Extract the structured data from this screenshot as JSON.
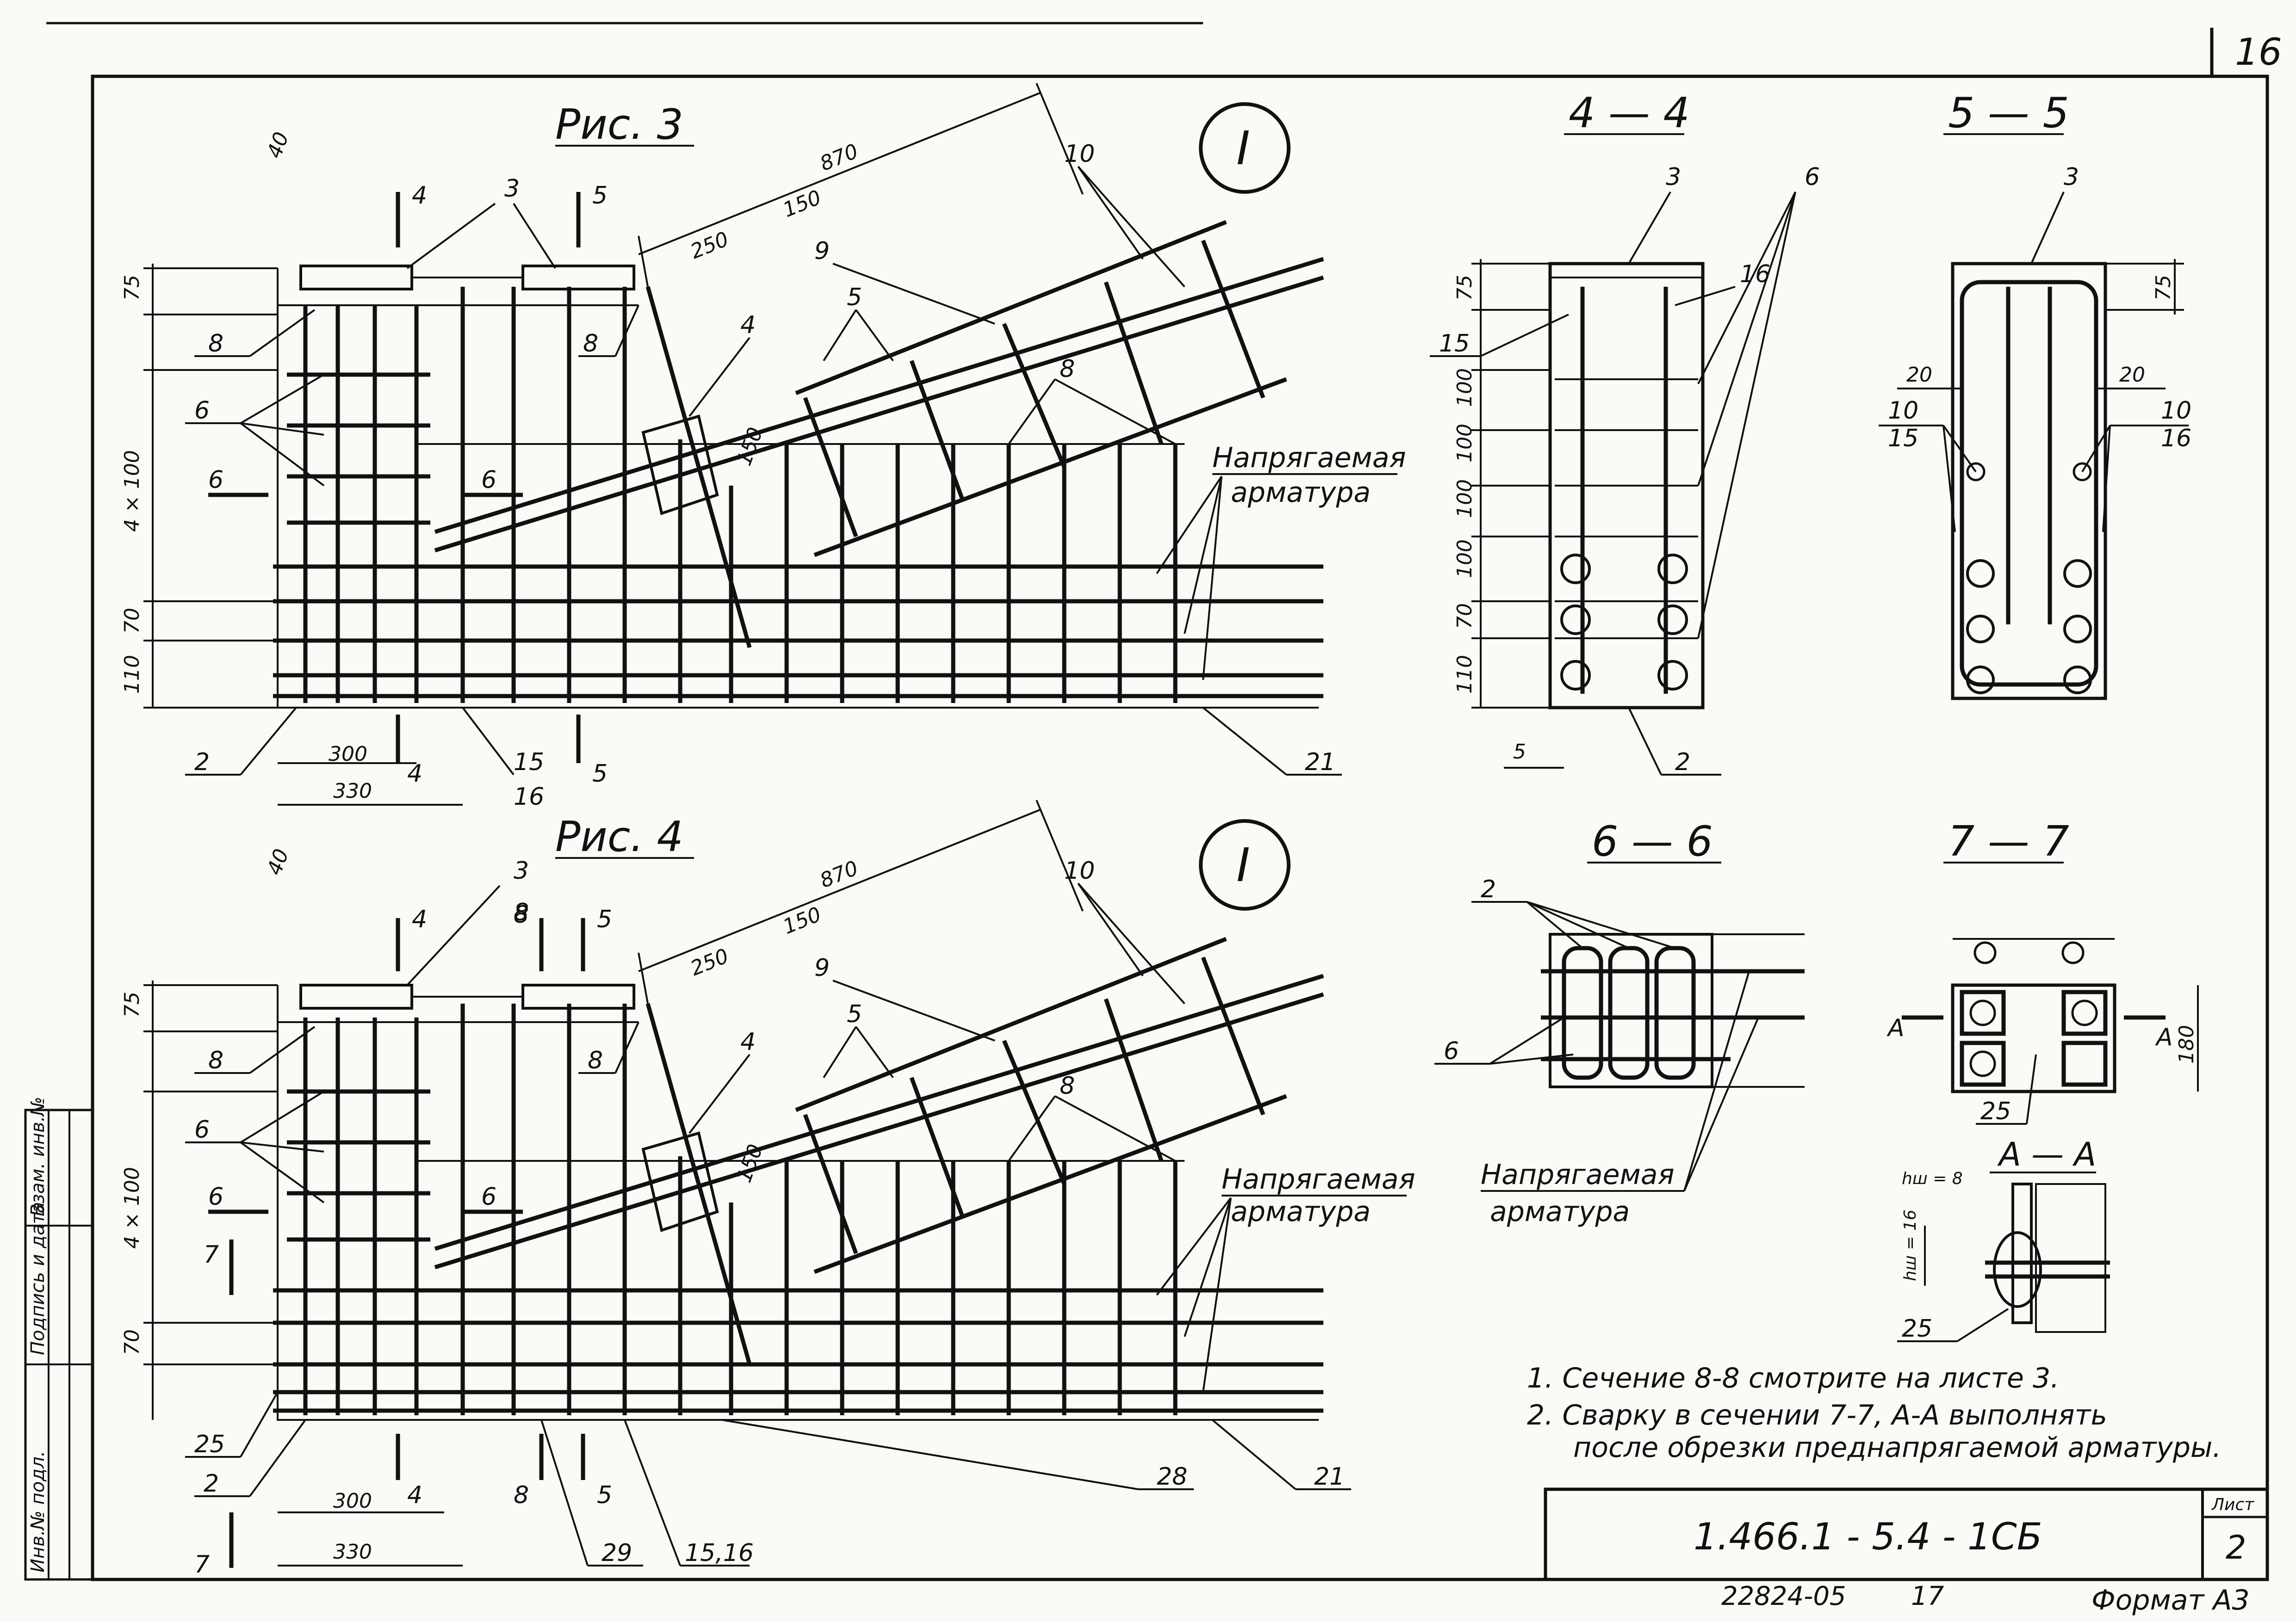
{
  "sheet": {
    "page_number": "16",
    "code": "1.466.1 - 5.4 - 1СБ",
    "sheet_label": "Лист",
    "sheet_value": "2",
    "inventory": "22824-05",
    "inventory_num": "17",
    "format": "Формат А3"
  },
  "side_stamp": {
    "col1": "Инв.№ подл.",
    "col2": "Подпись и дата",
    "col3": "Взам. инв.№"
  },
  "fig3": {
    "title": "Рис. 3",
    "marker": "I",
    "cut4": "4",
    "cut5": "5",
    "cut6": "6",
    "labels": [
      "3",
      "8",
      "6",
      "8",
      "4",
      "5",
      "9",
      "10",
      "8",
      "2",
      "15",
      "16",
      "21"
    ],
    "dims": [
      "40",
      "870",
      "250",
      "150",
      "75",
      "4 × 100",
      "70",
      "110",
      "150",
      "300",
      "330"
    ],
    "prestressed": [
      "Напрягаемая",
      "арматура"
    ]
  },
  "fig4": {
    "title": "Рис. 4",
    "marker": "I",
    "cut4": "4",
    "cut5": "5",
    "cut6": "6",
    "cut7": "7",
    "cut8": "8",
    "labels": [
      "3",
      "8",
      "8",
      "6",
      "8",
      "4",
      "5",
      "9",
      "10",
      "8",
      "25",
      "2",
      "29",
      "15,16",
      "28",
      "21"
    ],
    "dims": [
      "40",
      "870",
      "250",
      "150",
      "75",
      "4 × 100",
      "70",
      "150",
      "300",
      "330"
    ],
    "prestressed": [
      "Напрягаемая",
      "арматура"
    ]
  },
  "sec44": {
    "title": "4 — 4",
    "labels": [
      "3",
      "6",
      "16",
      "15",
      "2"
    ],
    "dims": [
      "75",
      "100",
      "100",
      "100",
      "100",
      "70",
      "110",
      "5"
    ]
  },
  "sec55": {
    "title": "5 — 5",
    "labels": [
      "3",
      "10",
      "15",
      "10",
      "16"
    ],
    "dims": [
      "75",
      "20",
      "20"
    ]
  },
  "sec66": {
    "title": "6 — 6",
    "labels": [
      "2",
      "6"
    ],
    "prestressed": [
      "Напрягаемая",
      "арматура"
    ]
  },
  "sec77": {
    "title": "7 — 7",
    "labels": [
      "25",
      "А",
      "А"
    ],
    "dims": [
      "180"
    ]
  },
  "secAA": {
    "title": "А — А",
    "labels": [
      "25"
    ],
    "dims": [
      "hш = 8",
      "hш = 16"
    ]
  },
  "notes": [
    "1. Сечение 8-8 смотрите на листе 3.",
    "2. Сварку в сечении 7-7, А-А выполнять",
    "после обрезки преднапрягаемой арматуры."
  ]
}
